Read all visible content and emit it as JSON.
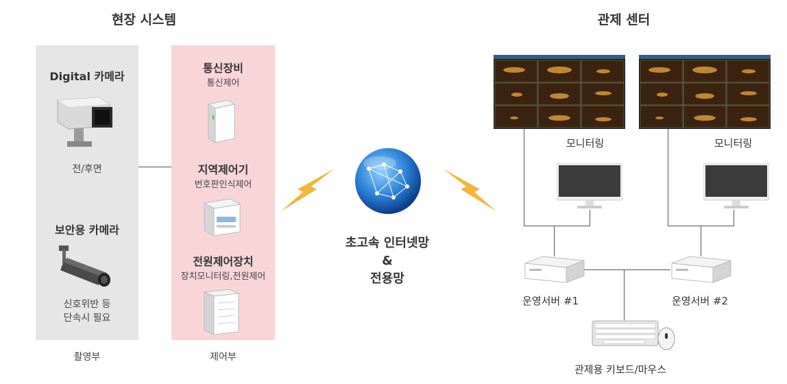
{
  "field_system": {
    "heading": "현장 시스템",
    "capture_section": {
      "digital_camera_title": "Digital 카메라",
      "digital_camera_desc": "전/후면",
      "security_camera_title": "보안용 카메라",
      "security_camera_desc_line1": "신호위반 등",
      "security_camera_desc_line2": "단속시 필요",
      "footer": "촬영부"
    },
    "control_section": {
      "comm_title": "통신장비",
      "comm_desc": "통신제어",
      "regional_title": "지역제어기",
      "regional_desc": "번호판인식제어",
      "power_title": "전원제어장치",
      "power_desc": "장치모니터링,전원제어",
      "footer": "제어부"
    }
  },
  "network": {
    "line1": "초고속 인터넷망",
    "line2": "&",
    "line3": "전용망"
  },
  "control_center": {
    "heading": "관제 센터",
    "monitoring_left": "모니터링",
    "monitoring_right": "모니터링",
    "server1": "운영서버 #1",
    "server2": "운영서버 #2",
    "keyboard_mouse": "관제용 키보드/마우스"
  },
  "colors": {
    "capture_panel": "#e6e6e6",
    "control_panel": "#f8d6d8",
    "lightning": "#f2b63a",
    "globe": "#2a7fd6"
  }
}
